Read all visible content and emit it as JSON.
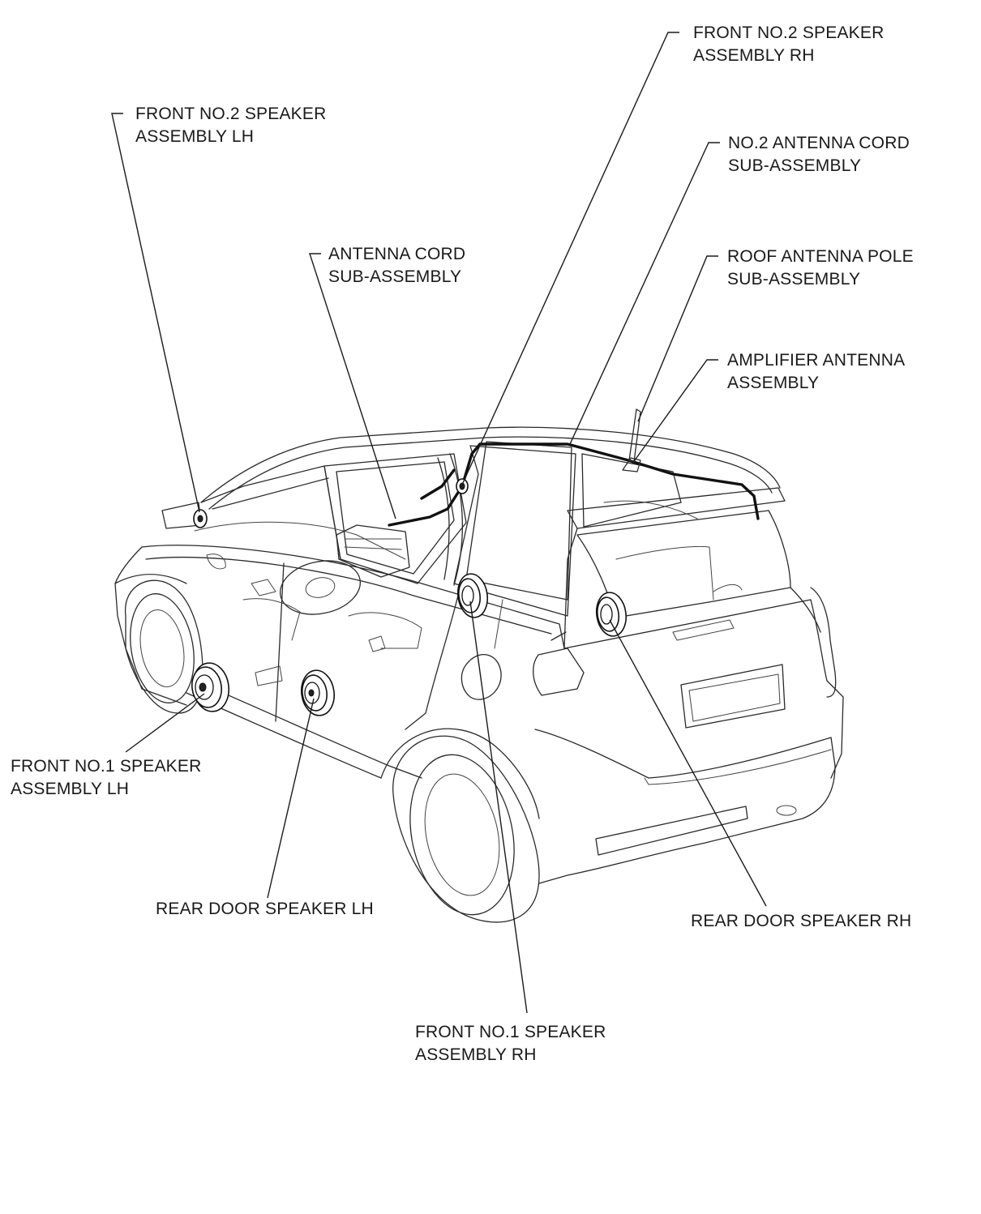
{
  "labels": {
    "front_no2_rh": {
      "line1": "FRONT NO.2 SPEAKER",
      "line2": "ASSEMBLY RH"
    },
    "front_no2_lh": {
      "line1": "FRONT NO.2 SPEAKER",
      "line2": "ASSEMBLY LH"
    },
    "no2_antenna_cord": {
      "line1": "NO.2 ANTENNA CORD",
      "line2": "SUB-ASSEMBLY"
    },
    "antenna_cord": {
      "line1": "ANTENNA CORD",
      "line2": "SUB-ASSEMBLY"
    },
    "roof_antenna_pole": {
      "line1": "ROOF ANTENNA POLE",
      "line2": "SUB-ASSEMBLY"
    },
    "amplifier_antenna": {
      "line1": "AMPLIFIER ANTENNA",
      "line2": "ASSEMBLY"
    },
    "front_no1_lh": {
      "line1": "FRONT NO.1 SPEAKER",
      "line2": "ASSEMBLY LH"
    },
    "rear_door_lh": {
      "line1": "REAR DOOR SPEAKER LH"
    },
    "rear_door_rh": {
      "line1": "REAR DOOR SPEAKER RH"
    },
    "front_no1_rh": {
      "line1": "FRONT NO.1 SPEAKER",
      "line2": "ASSEMBLY RH"
    }
  },
  "colors": {
    "line": "#1a1a1a",
    "background": "#ffffff"
  }
}
